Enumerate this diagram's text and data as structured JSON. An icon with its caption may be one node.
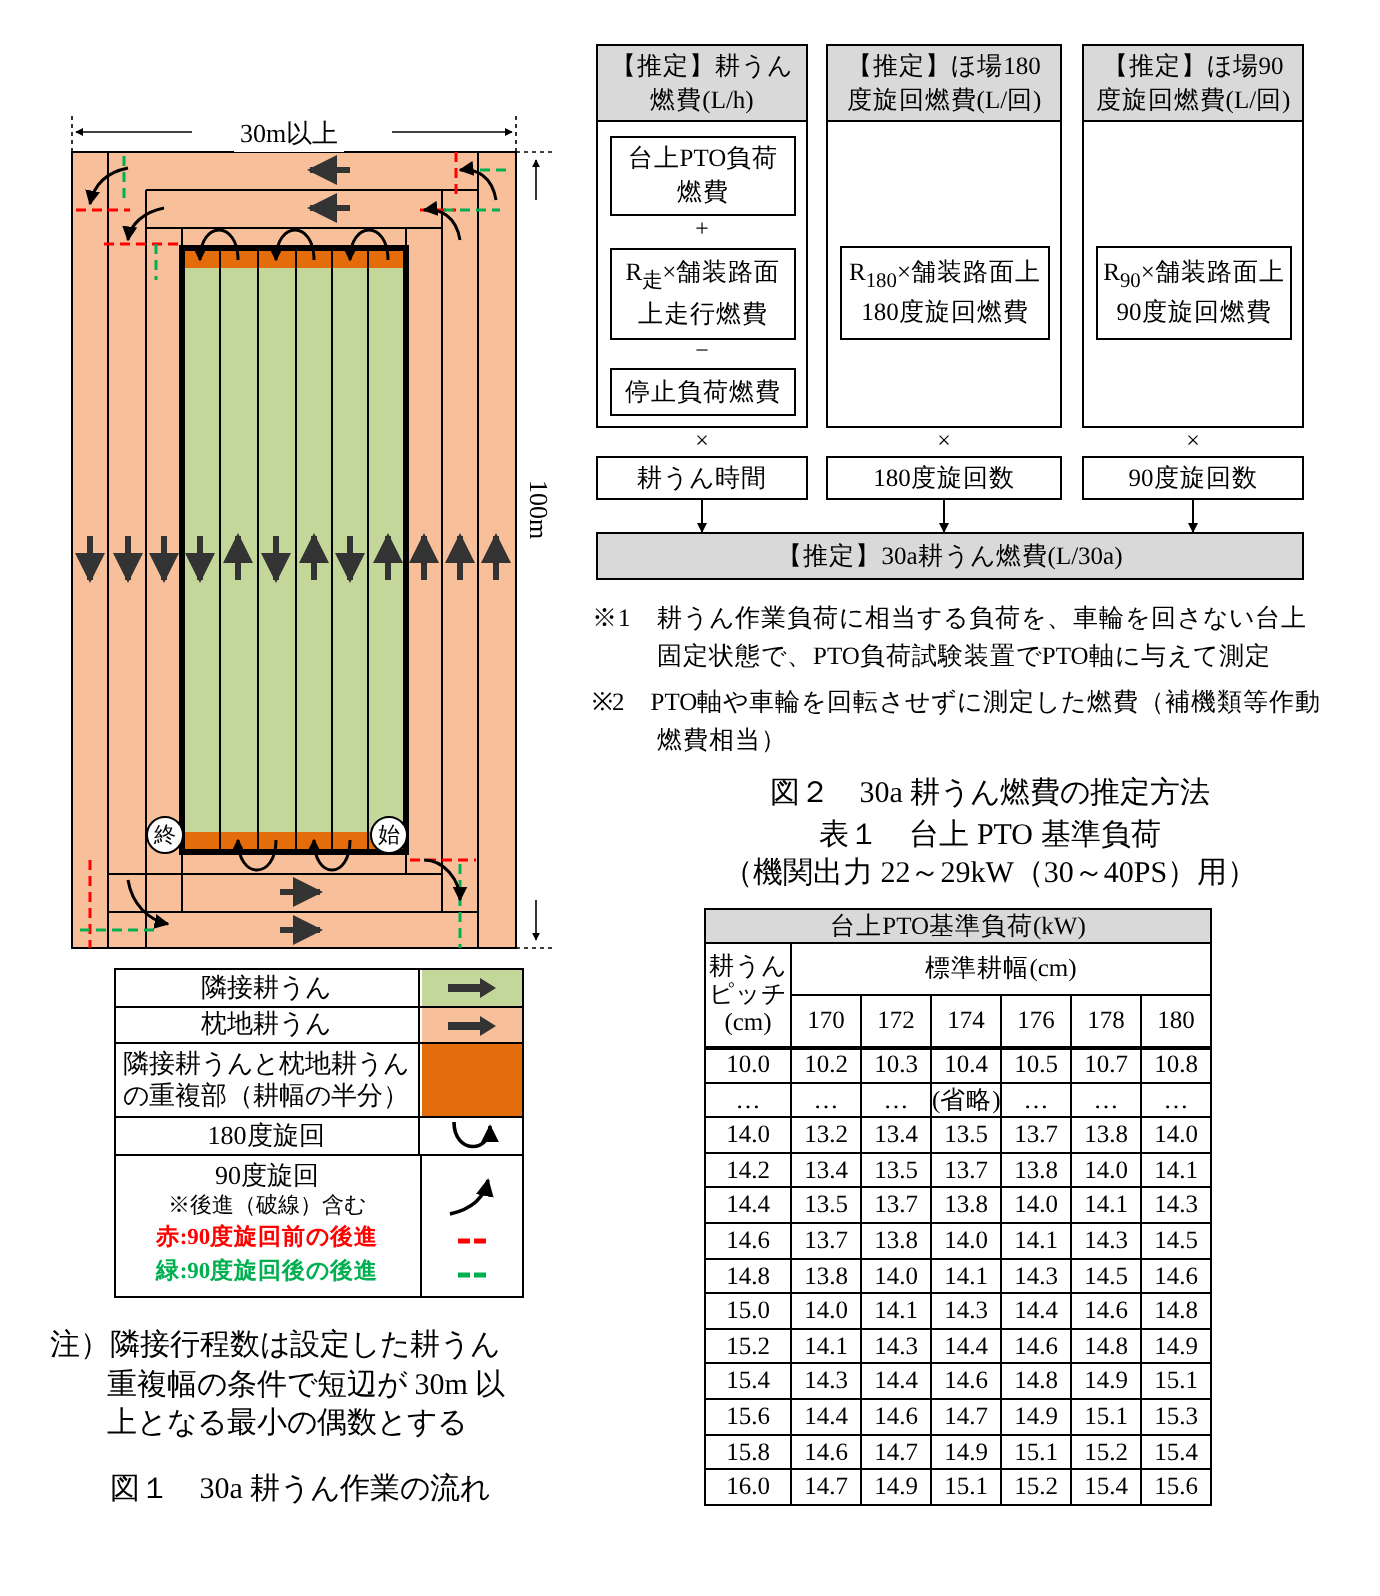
{
  "diagram": {
    "nodes": [
      {
        "text": [
          "終"
        ]
      },
      {
        "text": [
          "始"
        ]
      },
      {
        "text": [
          "【推定】耕うん燃費(L/h)"
        ]
      },
      {
        "text": [
          "台上PTO負荷燃費"
        ],
        "in": 2
      },
      {
        "text": [
          "R$_{走}$×舗装路面上走行燃費"
        ],
        "in": 2
      },
      {
        "text": [
          "停止負荷燃費"
        ],
        "in": 2
      },
      {
        "text": [
          "【推定】ほ場180度旋回燃費(L/回)"
        ]
      },
      {
        "text": [
          "R$_{180}$×舗装路面上180度旋回燃費"
        ],
        "in": 6
      },
      {
        "text": [
          "【推定】ほ場90度旋回燃費(L/回)"
        ]
      },
      {
        "text": [
          "R$_{90}$×舗装路面上90度旋回燃費"
        ],
        "in": 8
      },
      {
        "text": [
          "耕うん時間"
        ]
      },
      {
        "text": [
          "180度旋回数"
        ]
      },
      {
        "text": [
          "90度旋回数"
        ]
      },
      {
        "text": [
          "【推定】30a耕うん燃費(L/30a)"
        ]
      }
    ],
    "edges": [
      {
        "from": 10,
        "to": 13,
        "arrow": "to"
      },
      {
        "from": 11,
        "to": 13,
        "arrow": "to"
      },
      {
        "from": 12,
        "to": 13,
        "arrow": "to"
      }
    ],
    "labels": [
      "30m以上",
      "100m",
      "注）隣接行程数は設定した耕うん重複幅の条件で短辺が 30m 以上となる最小の偶数とする",
      "図１　30a 耕うん作業の流れ",
      "+",
      "−",
      "×",
      "×",
      "×",
      "※1　耕うん作業負荷に相当する負荷を、車輪を回さない台上固定状態で、PTO負荷試験装置でPTO軸に与えて測定",
      "※2　PTO軸や車輪を回転させずに測定した燃費（補機類等作動燃費相当）",
      "図２　30a 耕うん燃費の推定方法",
      "表１　台上 PTO 基準負荷",
      "（機関出力 22～29kW（30～40PS）用）",
      "台上PTO基準負荷(kW)",
      "耕うんピッチ(cm)",
      "標準耕幅(cm)",
      "170",
      "172",
      "174",
      "176",
      "178",
      "180",
      "10.0",
      "10.2",
      "10.3",
      "10.4",
      "10.5",
      "10.7",
      "10.8",
      "…",
      "…",
      "…",
      "(省略)",
      "…",
      "…",
      "…",
      "14.0",
      "13.2",
      "13.4",
      "13.5",
      "13.7",
      "13.8",
      "14.0",
      "14.2",
      "13.4",
      "13.5",
      "13.7",
      "13.8",
      "14.0",
      "14.1",
      "14.4",
      "13.5",
      "13.7",
      "13.8",
      "14.0",
      "14.1",
      "14.3",
      "14.6",
      "13.7",
      "13.8",
      "14.0",
      "14.1",
      "14.3",
      "14.5",
      "14.8",
      "13.8",
      "14.0",
      "14.1",
      "14.3",
      "14.5",
      "14.6",
      "15.0",
      "14.0",
      "14.1",
      "14.3",
      "14.4",
      "14.6",
      "14.8",
      "15.2",
      "14.1",
      "14.3",
      "14.4",
      "14.6",
      "14.8",
      "14.9",
      "15.4",
      "14.3",
      "14.4",
      "14.6",
      "14.8",
      "14.9",
      "15.1",
      "15.6",
      "14.4",
      "14.6",
      "14.7",
      "14.9",
      "15.1",
      "15.3",
      "15.8",
      "14.6",
      "14.7",
      "14.9",
      "15.1",
      "15.2",
      "15.4",
      "16.0",
      "14.7",
      "14.9",
      "15.1",
      "15.2",
      "15.4",
      "15.6"
    ],
    "legend": [
      {
        "text": "隣接耕うん",
        "color": "#c4d79b"
      },
      {
        "text": "枕地耕うん",
        "color": "#f8c09a"
      },
      {
        "text": "隣接耕うんと枕地耕うんの重複部（耕幅の半分）",
        "color": "#e46c0a"
      },
      {
        "text": "180度旋回"
      },
      {
        "text": "90度旋回"
      },
      {
        "text": "※後進（破線）含む"
      },
      {
        "text": "赤:90度旋回前の後進",
        "color": "#ff0000"
      },
      {
        "text": "緑:90度旋回後の後進",
        "color": "#00b050"
      }
    ]
  }
}
